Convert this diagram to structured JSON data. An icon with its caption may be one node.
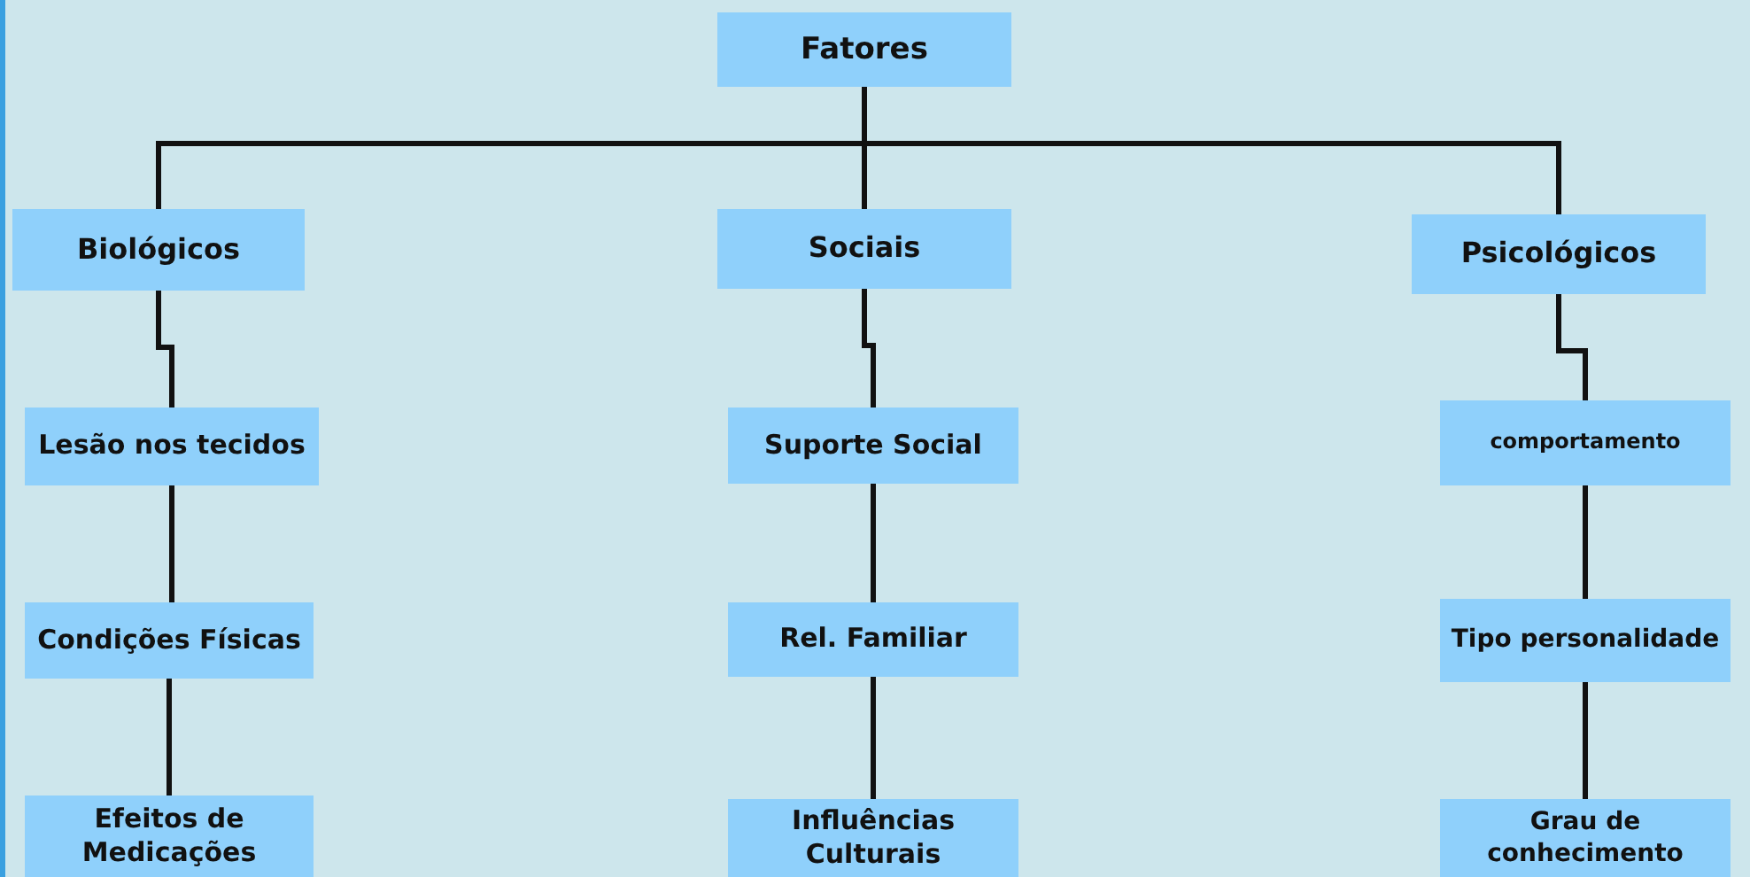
{
  "diagram": {
    "nodes": [
      {
        "text": [
          "Fatores"
        ]
      },
      {
        "text": [
          "Biológicos"
        ]
      },
      {
        "text": [
          "Sociais"
        ]
      },
      {
        "text": [
          "Psicológicos"
        ]
      },
      {
        "text": [
          "Lesão nos tecidos"
        ]
      },
      {
        "text": [
          "Condições Físicas"
        ]
      },
      {
        "text": [
          "Efeitos de Medicações"
        ]
      },
      {
        "text": [
          "Suporte Social"
        ]
      },
      {
        "text": [
          "Rel. Familiar"
        ]
      },
      {
        "text": [
          "Influências Culturais"
        ]
      },
      {
        "text": [
          "comportamento"
        ]
      },
      {
        "text": [
          "Tipo personalidade"
        ]
      },
      {
        "text": [
          "Grau de conhecimento"
        ]
      }
    ],
    "edges": [
      {
        "from": 0,
        "to": 1,
        "arrow": "none"
      },
      {
        "from": 0,
        "to": 2,
        "arrow": "none"
      },
      {
        "from": 0,
        "to": 3,
        "arrow": "none"
      },
      {
        "from": 1,
        "to": 4,
        "arrow": "none"
      },
      {
        "from": 4,
        "to": 5,
        "arrow": "none"
      },
      {
        "from": 5,
        "to": 6,
        "arrow": "none"
      },
      {
        "from": 2,
        "to": 7,
        "arrow": "none"
      },
      {
        "from": 7,
        "to": 8,
        "arrow": "none"
      },
      {
        "from": 8,
        "to": 9,
        "arrow": "none"
      },
      {
        "from": 3,
        "to": 10,
        "arrow": "none"
      },
      {
        "from": 10,
        "to": 11,
        "arrow": "none"
      },
      {
        "from": 11,
        "to": 12,
        "arrow": "none"
      }
    ]
  }
}
